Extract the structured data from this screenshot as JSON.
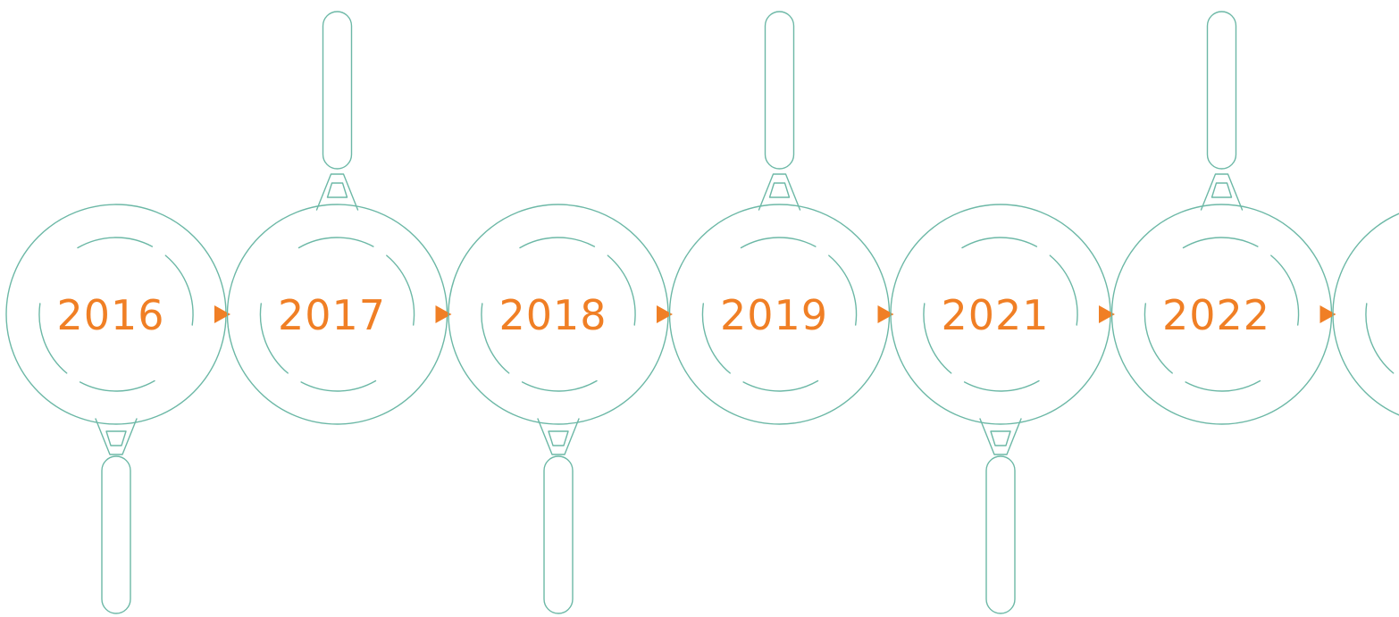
{
  "timeline": {
    "years": [
      "2016",
      "2017",
      "2018",
      "2019",
      "2021",
      "2022",
      ""
    ],
    "handle_side": [
      "down",
      "up",
      "down",
      "up",
      "down",
      "up",
      "none"
    ]
  },
  "colors": {
    "outline": "#6cb8a6",
    "accent": "#f07f25",
    "background": "#ffffff"
  },
  "icons": [
    "frying-pan-icon",
    "arrow-right-icon"
  ]
}
